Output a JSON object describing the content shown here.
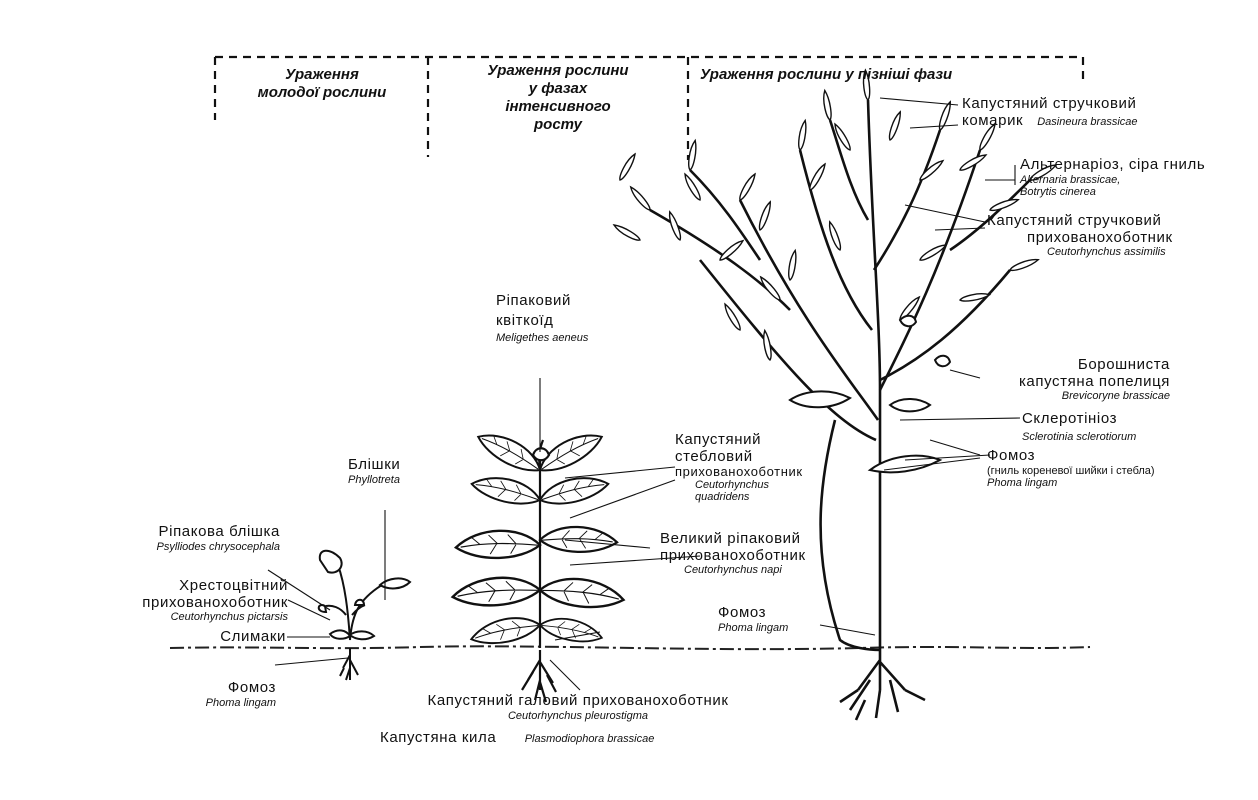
{
  "phases": {
    "young": [
      "Ураження",
      "молодої рослини"
    ],
    "intensive": [
      "Ураження рослини",
      "у фазах",
      "інтенсивного",
      "росту"
    ],
    "late": "Ураження рослини у пізніші фази"
  },
  "labels": {
    "capsule_midge": {
      "common": [
        "Капустяний стручковий",
        "комарик"
      ],
      "latin": "Dasineura brassicae"
    },
    "alternaria": {
      "common": "Альтернаріоз, сіра гниль",
      "latin": [
        "Alternaria brassicae,",
        "Botrytis cinerea"
      ]
    },
    "seed_weevil": {
      "common": [
        "Капустяний стручковий",
        "прихованохоботник"
      ],
      "latin": "Ceutorhynchus assimilis"
    },
    "pollen_beetle": {
      "common": [
        "Ріпаковий",
        "квіткоїд"
      ],
      "latin": "Meligethes aeneus"
    },
    "aphid": {
      "common": [
        "Борошниста",
        "капустяна попелиця"
      ],
      "latin": "Brevicoryne brassicae"
    },
    "sclerotinia": {
      "common": "Склеротініоз",
      "latin": "Sclerotinia sclerotiorum"
    },
    "phoma_stem": {
      "common": [
        "Фомоз",
        "(гниль кореневої шийки і стебла)"
      ],
      "latin": "Phoma lingam"
    },
    "stem_weevil": {
      "common": [
        "Капустяний",
        "стебловий",
        "прихованохоботник"
      ],
      "latin": [
        "Ceutorhynchus",
        "quadridens"
      ]
    },
    "large_weevil": {
      "common": [
        "Великий ріпаковий",
        "прихованохоботник"
      ],
      "latin": "Ceutorhynchus napi"
    },
    "flea_beetles": {
      "common": "Блішки",
      "latin": "Phyllotreta"
    },
    "rape_flea": {
      "common": "Ріпакова блішка",
      "latin": "Psylliodes chrysocephala"
    },
    "crucifer_weevil": {
      "common": [
        "Хрестоцвітний",
        "прихованохоботник"
      ],
      "latin": "Ceutorhynchus pictarsis"
    },
    "slugs": {
      "common": "Слимаки"
    },
    "phoma_young": {
      "common": "Фомоз",
      "latin": "Phoma lingam"
    },
    "phoma_mid": {
      "common": "Фомоз",
      "latin": "Phoma lingam"
    },
    "gall_weevil": {
      "common": "Капустяний галовий прихованохоботник",
      "latin": "Ceutorhynchus pleurostigma"
    },
    "clubroot": {
      "common": "Капустяна кила",
      "latin": "Plasmodiophora brassicae"
    }
  }
}
